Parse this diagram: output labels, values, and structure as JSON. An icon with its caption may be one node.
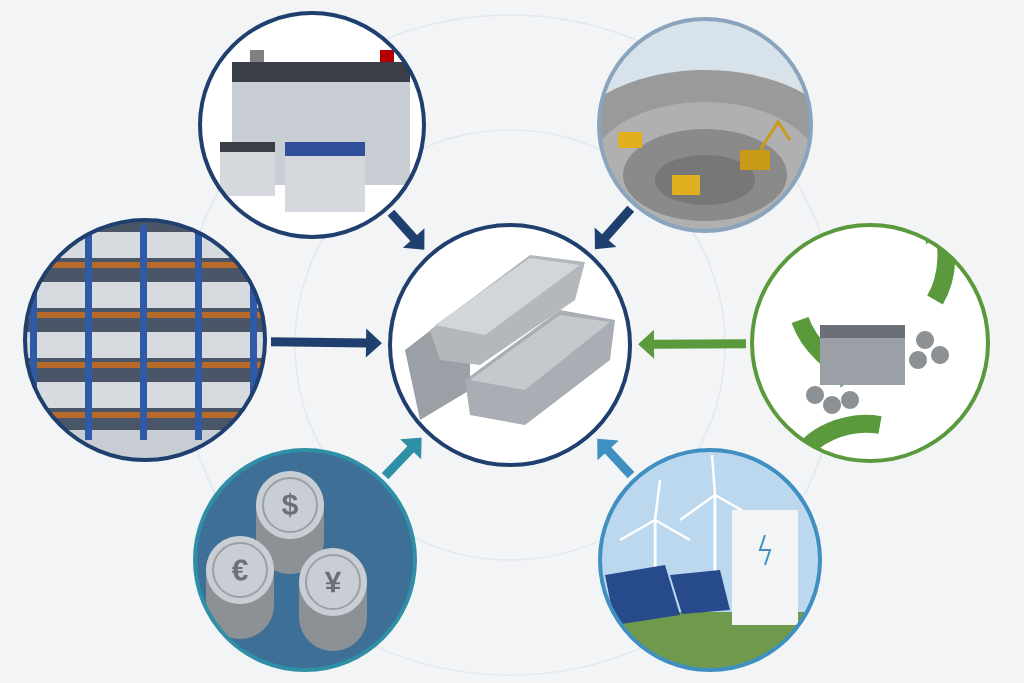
{
  "diagram": {
    "nodes": [
      {
        "text": [],
        "shape": "picture"
      },
      {
        "text": [],
        "shape": "picture"
      },
      {
        "text": [],
        "shape": "picture"
      },
      {
        "text": [],
        "shape": "picture"
      },
      {
        "text": [],
        "shape": "picture"
      },
      {
        "text": [],
        "shape": "picture"
      },
      {
        "text": [],
        "shape": "picture"
      }
    ],
    "edges": [
      {
        "from": 0,
        "to": 3,
        "arrow": "to"
      },
      {
        "from": 1,
        "to": 3,
        "arrow": "to"
      },
      {
        "from": 2,
        "to": 3,
        "arrow": "to"
      },
      {
        "from": 4,
        "to": 3,
        "arrow": "to",
        "color": "#5a9a3c"
      },
      {
        "from": 5,
        "to": 3,
        "arrow": "to",
        "color": "#2e8fa6"
      },
      {
        "from": 6,
        "to": 3,
        "arrow": "to",
        "color": "#3f8fc0"
      }
    ],
    "labels": [
      "$",
      "€",
      "¥"
    ]
  }
}
